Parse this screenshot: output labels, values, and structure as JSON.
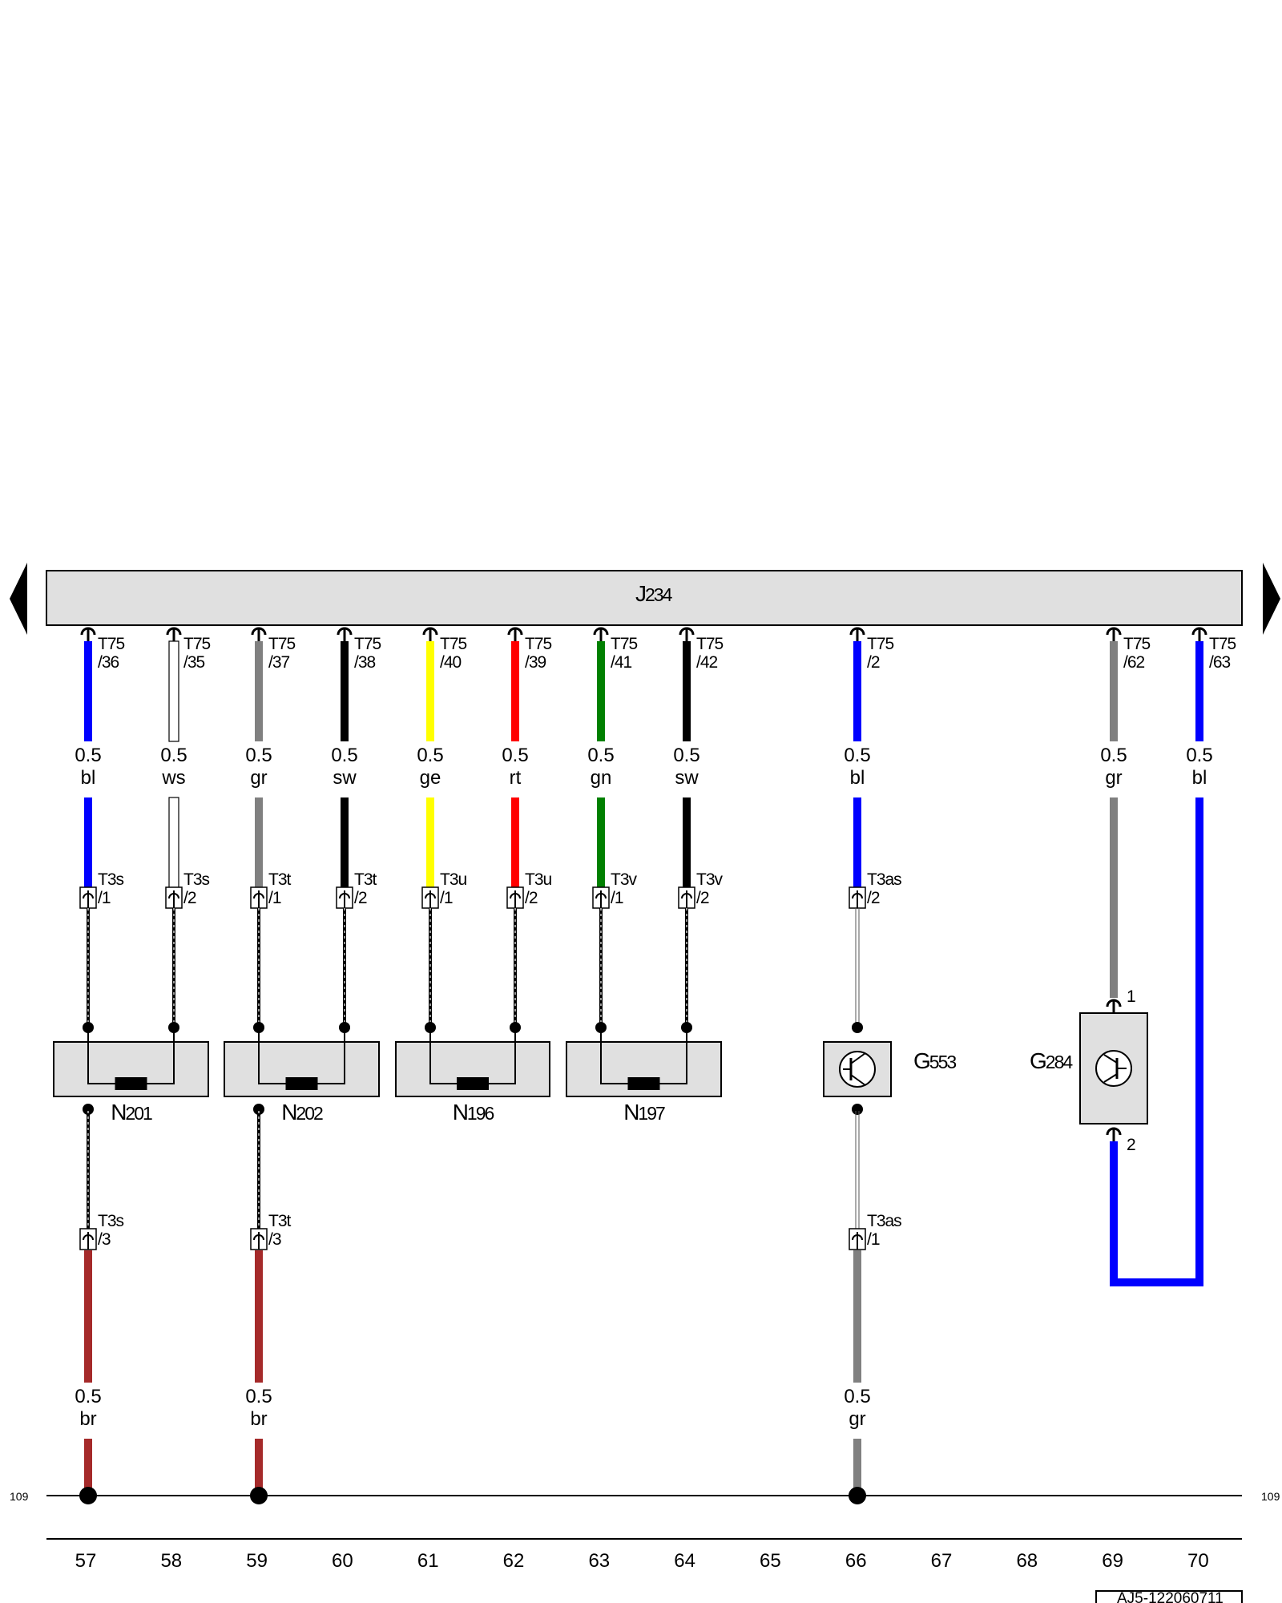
{
  "title_block": {
    "label": "J",
    "suffix": "234"
  },
  "colors": {
    "bl": "#0000ff",
    "ws": "#ffffff",
    "gr": "#808080",
    "sw": "#000000",
    "ge": "#ffff00",
    "rt": "#ff0000",
    "gn": "#008000",
    "br": "#a52a2a",
    "module_fill": "#e0e0e0"
  },
  "upper_wires": [
    {
      "pin": "T75",
      "pin_no": "/36",
      "size": "0.5",
      "color": "bl",
      "conn": "T3s",
      "conn_no": "/1"
    },
    {
      "pin": "T75",
      "pin_no": "/35",
      "size": "0.5",
      "color": "ws",
      "conn": "T3s",
      "conn_no": "/2"
    },
    {
      "pin": "T75",
      "pin_no": "/37",
      "size": "0.5",
      "color": "gr",
      "conn": "T3t",
      "conn_no": "/1"
    },
    {
      "pin": "T75",
      "pin_no": "/38",
      "size": "0.5",
      "color": "sw",
      "conn": "T3t",
      "conn_no": "/2"
    },
    {
      "pin": "T75",
      "pin_no": "/40",
      "size": "0.5",
      "color": "ge",
      "conn": "T3u",
      "conn_no": "/1"
    },
    {
      "pin": "T75",
      "pin_no": "/39",
      "size": "0.5",
      "color": "rt",
      "conn": "T3u",
      "conn_no": "/2"
    },
    {
      "pin": "T75",
      "pin_no": "/41",
      "size": "0.5",
      "color": "gn",
      "conn": "T3v",
      "conn_no": "/1"
    },
    {
      "pin": "T75",
      "pin_no": "/42",
      "size": "0.5",
      "color": "sw",
      "conn": "T3v",
      "conn_no": "/2"
    },
    {
      "pin": "T75",
      "pin_no": "/2",
      "size": "0.5",
      "color": "bl",
      "conn": "T3as",
      "conn_no": "/2"
    },
    {
      "pin": "T75",
      "pin_no": "/62",
      "size": "0.5",
      "color": "gr",
      "conn": "",
      "conn_no": ""
    },
    {
      "pin": "T75",
      "pin_no": "/63",
      "size": "0.5",
      "color": "bl",
      "conn": "",
      "conn_no": ""
    }
  ],
  "valves": [
    {
      "label": "N",
      "suffix": "201"
    },
    {
      "label": "N",
      "suffix": "202"
    },
    {
      "label": "N",
      "suffix": "196"
    },
    {
      "label": "N",
      "suffix": "197"
    }
  ],
  "sensors": [
    {
      "label": "G",
      "suffix": "553"
    },
    {
      "label": "G",
      "suffix": "284",
      "pin_top": "1",
      "pin_bottom": "2"
    }
  ],
  "lower_wires": [
    {
      "conn": "T3s",
      "conn_no": "/3",
      "size": "0.5",
      "color": "br"
    },
    {
      "conn": "T3t",
      "conn_no": "/3",
      "size": "0.5",
      "color": "br"
    },
    {
      "conn": "T3as",
      "conn_no": "/1",
      "size": "0.5",
      "color": "gr"
    }
  ],
  "ground_ref": {
    "left": "109",
    "right": "109"
  },
  "columns": [
    "57",
    "58",
    "59",
    "60",
    "61",
    "62",
    "63",
    "64",
    "65",
    "66",
    "67",
    "68",
    "69",
    "70"
  ],
  "document_id": "AJ5-122060711"
}
